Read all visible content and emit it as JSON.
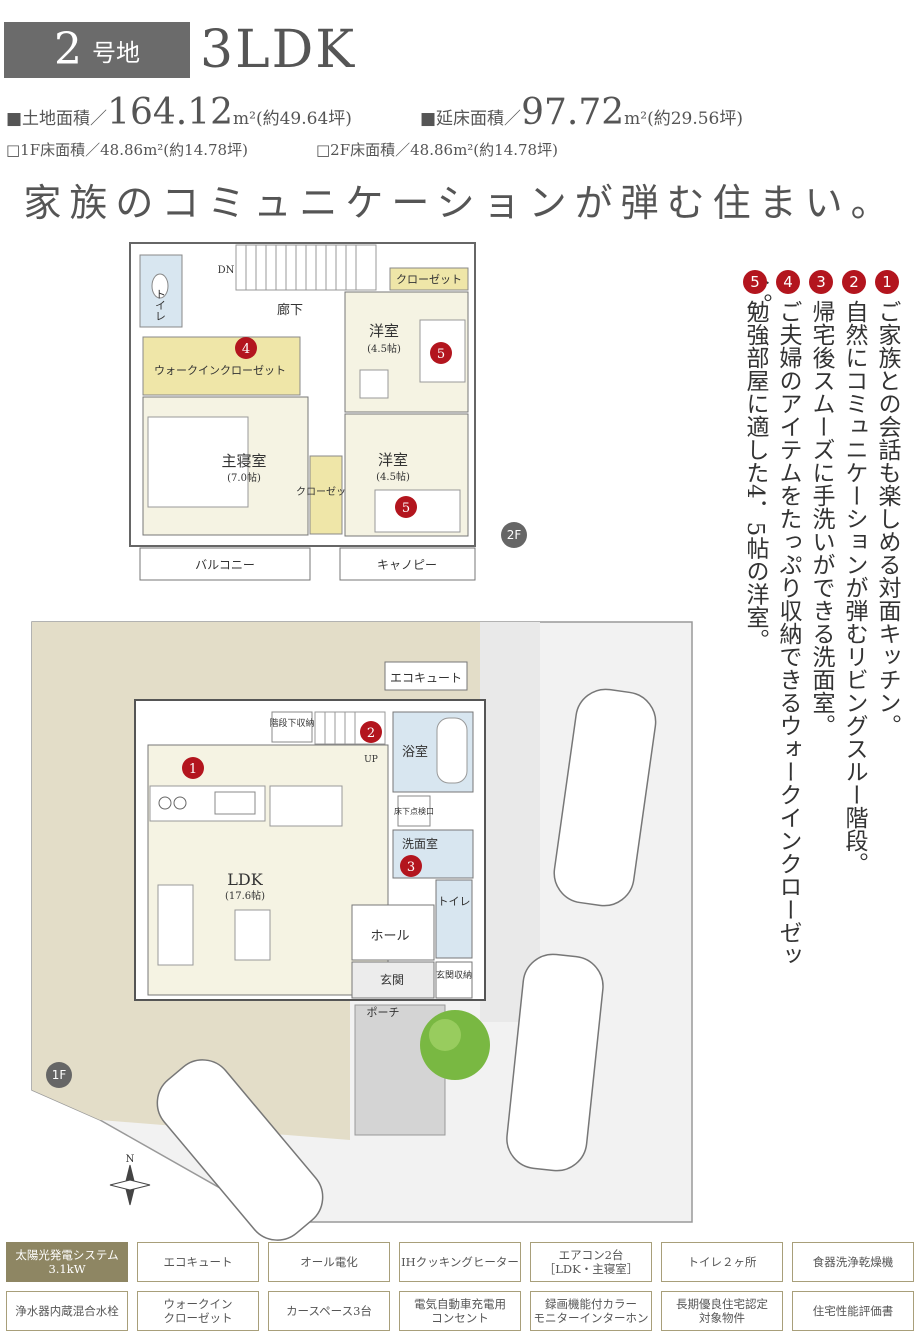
{
  "header": {
    "lot_number": "2",
    "lot_suffix": "号地",
    "layout": "3LDK"
  },
  "specs": {
    "land_label": "■土地面積／",
    "land_value": "164.12",
    "land_unit": "m²",
    "land_tsubo": "(約49.64坪)",
    "floor_label": "■延床面積／",
    "floor_value": "97.72",
    "floor_unit": "m²",
    "floor_tsubo": "(約29.56坪)",
    "f1": "□1F床面積／48.86m²(約14.78坪)",
    "f2": "□2F床面積／48.86m²(約14.78坪)"
  },
  "tagline": "家族のコミュニケーションが弾む住まい。",
  "plan_2f": {
    "floor": "2F",
    "rooms": {
      "toilet": "トイレ",
      "dn": "DN",
      "hallway": "廊下",
      "closet_top": "クローゼット",
      "western_a": "洋室",
      "western_a_size": "(4.5帖)",
      "walkin": "ウォークインクローゼット",
      "master": "主寝室",
      "master_size": "(7.0帖)",
      "closet_mid": "クローゼット",
      "western_b": "洋室",
      "western_b_size": "(4.5帖)",
      "balcony": "バルコニー",
      "canopy": "キャノピー"
    }
  },
  "plan_1f": {
    "floor": "1F",
    "rooms": {
      "ecocute": "エコキュート",
      "under_stair": "階段下収納",
      "up": "UP",
      "bath": "浴室",
      "underfloor": "床下点検口",
      "washroom": "洗面室",
      "ldk": "LDK",
      "ldk_size": "(17.6帖)",
      "toilet": "トイレ",
      "hall": "ホール",
      "entrance": "玄関",
      "entrance_storage": "玄関収納",
      "porch": "ポーチ"
    },
    "compass": "N"
  },
  "features": [
    {
      "num": "1",
      "text": "ご家族との会話も楽しめる対面キッチン。"
    },
    {
      "num": "2",
      "text": "自然にコミュニケーションが弾むリビングスルー階段。"
    },
    {
      "num": "3",
      "text": "帰宅後スムーズに手洗いができる洗面室。"
    },
    {
      "num": "4",
      "text": "ご夫婦のアイテムをたっぷり収納できるウォークインクローゼット。"
    },
    {
      "num": "5",
      "text": "勉強部屋に適した4．5帖の洋室。"
    }
  ],
  "amenities": [
    {
      "line1": "太陽光発電システム",
      "line2": "3.1kW",
      "highlight": true
    },
    {
      "line1": "エコキュート",
      "line2": ""
    },
    {
      "line1": "オール電化",
      "line2": ""
    },
    {
      "line1": "IHクッキングヒーター",
      "line2": ""
    },
    {
      "line1": "エアコン2台",
      "line2": "［LDK・主寝室］"
    },
    {
      "line1": "トイレ２ヶ所",
      "line2": ""
    },
    {
      "line1": "食器洗浄乾燥機",
      "line2": ""
    },
    {
      "line1": "浄水器内蔵混合水栓",
      "line2": ""
    },
    {
      "line1": "ウォークイン",
      "line2": "クローゼット"
    },
    {
      "line1": "カースペース3台",
      "line2": ""
    },
    {
      "line1": "電気自動車充電用",
      "line2": "コンセント"
    },
    {
      "line1": "録画機能付カラー",
      "line2": "モニターインターホン"
    },
    {
      "line1": "長期優良住宅認定",
      "line2": "対象物件"
    },
    {
      "line1": "住宅性能評価書",
      "line2": ""
    }
  ],
  "colors": {
    "accent_red": "#b3151e",
    "badge_gray": "#6b6b6b",
    "chip_gold": "#8e8663",
    "floor_cream": "#f5f3e3",
    "closet_yellow": "#efe6a8",
    "lot_tan": "#e3ddc8",
    "wet_blue": "#d8e6f0"
  }
}
